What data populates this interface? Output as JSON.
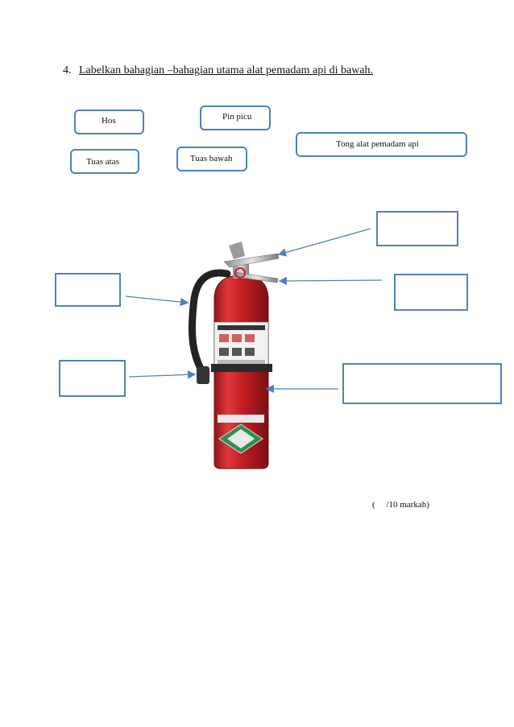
{
  "question": {
    "number": "4.",
    "text": "Labelkan bahagian –bahagian utama  alat pemadam api di bawah."
  },
  "word_bank": [
    "Hos",
    "Pin picu",
    "Tong alat pemadam api",
    "Tuas atas",
    "Tuas bawah"
  ],
  "marks": "(     /10 markah)",
  "colors": {
    "box_border": "#4f81bd",
    "cylinder": "#c41f24",
    "hose": "#222222"
  }
}
